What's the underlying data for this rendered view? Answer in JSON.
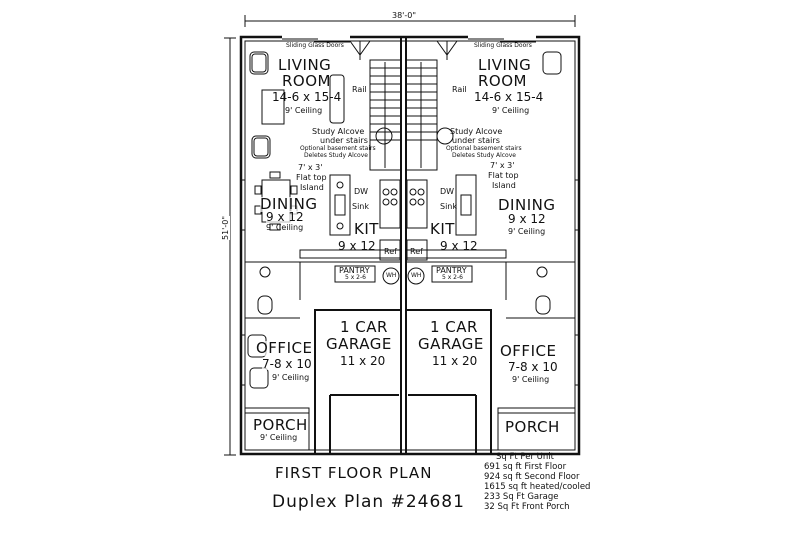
{
  "dimensions": {
    "width_label": "38'-0\"",
    "depth_label": "51'-0\""
  },
  "left_unit": {
    "sliding_doors": "Sliding Glass Doors",
    "living": {
      "name_line1": "LIVING",
      "name_line2": "ROOM",
      "size": "14-6 x 15-4",
      "ceiling": "9' Ceiling"
    },
    "rail": "Rail",
    "study": {
      "line1": "Study Alcove",
      "line2": "under stairs",
      "line3": "Optional basement stairs",
      "line4": "Deletes Study Alcove"
    },
    "island": {
      "line1": "7' x 3'",
      "line2": "Flat top",
      "line3": "Island"
    },
    "dining": {
      "name": "DINING",
      "size": "9 x 12",
      "ceiling": "9' Ceiling"
    },
    "dw": "DW",
    "sink": "Sink",
    "kit": {
      "name": "KIT",
      "size": "9 x 12"
    },
    "ref": "Ref",
    "pantry": {
      "name": "PANTRY",
      "size": "5 x 2-6"
    },
    "wh": "WH",
    "garage": {
      "line1": "1 CAR",
      "line2": "GARAGE",
      "size": "11 x 20"
    },
    "office": {
      "name": "OFFICE",
      "size": "7-8 x 10",
      "ceiling": "9' Ceiling"
    },
    "porch": {
      "name": "PORCH",
      "ceiling": "9' Ceiling"
    }
  },
  "right_unit": {
    "sliding_doors": "Sliding Glass Doors",
    "living": {
      "name_line1": "LIVING",
      "name_line2": "ROOM",
      "size": "14-6 x 15-4",
      "ceiling": "9' Ceiling"
    },
    "rail": "Rail",
    "study": {
      "line1": "Study Alcove",
      "line2": "under stairs",
      "line3": "Optional basement stairs",
      "line4": "Deletes Study Alcove"
    },
    "island": {
      "line1": "7' x 3'",
      "line2": "Flat top",
      "line3": "Island"
    },
    "dining": {
      "name": "DINING",
      "size": "9 x 12",
      "ceiling": "9' Ceiling"
    },
    "dw": "DW",
    "sink": "Sink",
    "kit": {
      "name": "KIT",
      "size": "9 x 12"
    },
    "ref": "Ref",
    "pantry": {
      "name": "PANTRY",
      "size": "5 x 2-6"
    },
    "wh": "WH",
    "garage": {
      "line1": "1 CAR",
      "line2": "GARAGE",
      "size": "11 x 20"
    },
    "office": {
      "name": "OFFICE",
      "size": "7-8 x 10",
      "ceiling": "9' Ceiling"
    },
    "porch": {
      "name": "PORCH"
    }
  },
  "plan_title": "FIRST FLOOR PLAN",
  "plan_number": "Duplex Plan #24681",
  "sqft_notes": [
    "Sq Ft Per Unit",
    "691 sq ft First Floor",
    "924 sq ft Second Floor",
    "1615 sq ft heated/cooled",
    "233 Sq Ft Garage",
    "32 Sq Ft Front Porch"
  ]
}
